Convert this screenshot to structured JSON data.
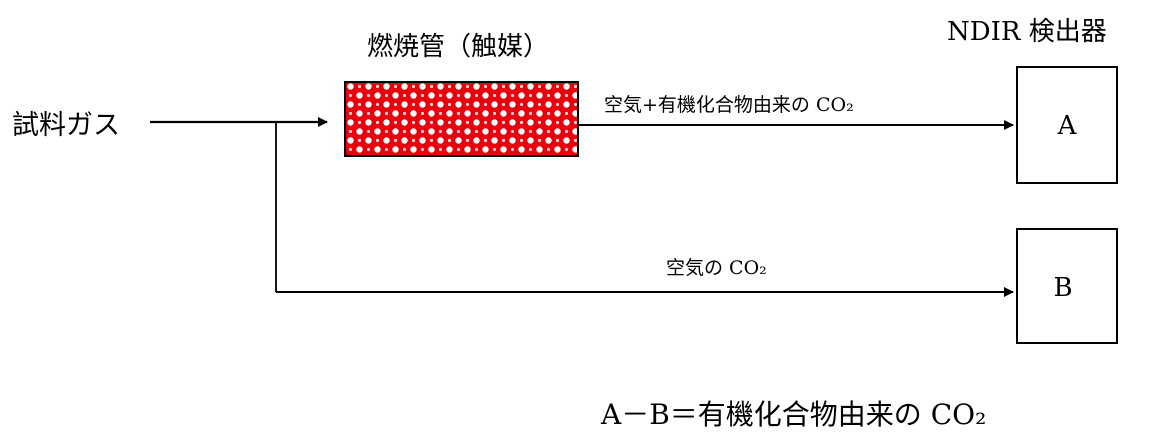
{
  "labels": {
    "sample_gas": "試料ガス",
    "combustion_tube": "燃焼管（触媒）",
    "detector_title": "NDIR 検出器",
    "upper_path": "空気+有機化合物由来の CO₂",
    "lower_path": "空気の CO₂",
    "detector_a": "A",
    "detector_b": "B",
    "equation": "A－B＝有機化合物由来の CO₂"
  },
  "colors": {
    "line": "#000000",
    "catalyst_fill": "#e8000c",
    "catalyst_dots": "#ffffff"
  }
}
